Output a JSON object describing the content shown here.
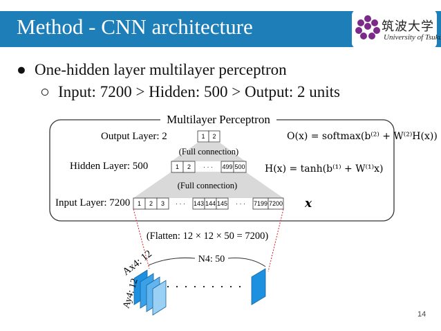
{
  "header": {
    "title": "Method - CNN architecture",
    "logo": {
      "jp_text": "筑波大学",
      "en_text": "University of Tsukuba"
    },
    "bar_color": "#1e7fb8"
  },
  "bullets": [
    {
      "marker": "●",
      "text": "One-hidden layer multilayer perceptron"
    },
    {
      "marker": "○",
      "text": "Input: 7200 > Hidden: 500 > Output: 2 units"
    }
  ],
  "diagram": {
    "box_title": "Multilayer Perceptron",
    "output_layer": {
      "label": "Output Layer: 2",
      "cells": [
        "1",
        "2"
      ]
    },
    "hidden_layer": {
      "label": "Hidden Layer: 500",
      "cells": [
        "1",
        "2",
        "· · ·",
        "499",
        "500"
      ]
    },
    "input_layer": {
      "label": "Input Layer: 7200",
      "cells": [
        "1",
        "2",
        "3",
        "· · ·",
        "143",
        "144",
        "145",
        "· · ·",
        "7199",
        "7200"
      ]
    },
    "connection_label_top": "(Full connection)",
    "connection_label_bottom": "(Full connection)",
    "flatten_label": "(Flatten: 12 × 12 × 50 = 7200)",
    "n4_label": "N4: 50",
    "ax4_label": "Ax4: 12",
    "ay4_label": "Ay4: 12",
    "dots": ". . . . . . . . .",
    "x_symbol": "x",
    "formula_output": "O(x) = softmax(b⁽²⁾ + W⁽²⁾H(x))",
    "formula_hidden": "H(x) = tanh(b⁽¹⁾ + W⁽¹⁾x)",
    "feature_map_color": "#1e90e0"
  },
  "page_number": "14"
}
